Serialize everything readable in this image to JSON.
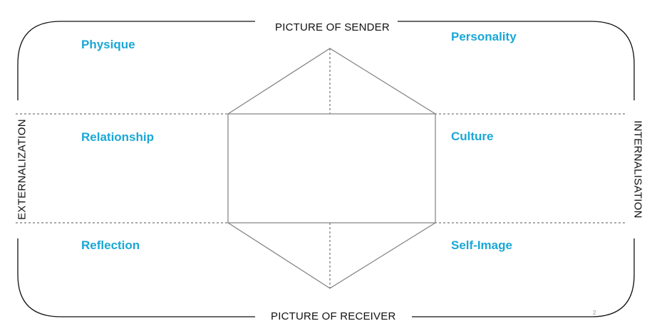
{
  "diagram": {
    "top_label": "PICTURE OF SENDER",
    "bottom_label": "PICTURE OF RECEIVER",
    "left_label": "EXTERNALIZATION",
    "right_label": "INTERNALISATION",
    "page_number": "2",
    "facets": {
      "physique": "Physique",
      "personality": "Personality",
      "relationship": "Relationship",
      "culture": "Culture",
      "reflection": "Reflection",
      "self_image": "Self-Image"
    },
    "colors": {
      "facet_text": "#1aa7d6",
      "frame_line": "#111111",
      "prism_line": "#808080",
      "dashed_line": "#555555"
    }
  }
}
